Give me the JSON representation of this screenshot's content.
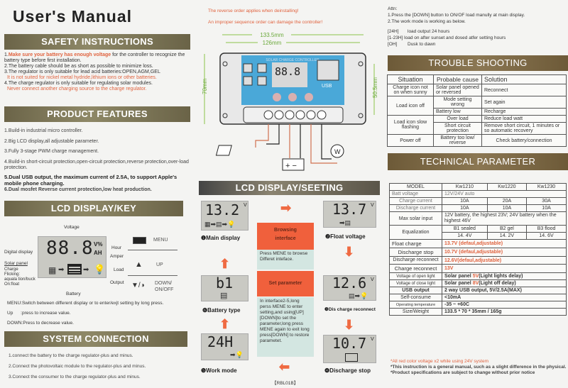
{
  "title": "User's Manual",
  "safety": {
    "header": "SAFETY INSTRUCTIONS",
    "items": [
      {
        "num": "1.",
        "red": "Make sure your battery has enough voltage",
        "text": " for the controller to recognize the battery type before first installation."
      },
      {
        "num": "2.",
        "red": "",
        "text": "The battery cable should be as short as possible to minimize loss."
      },
      {
        "num": "3.",
        "red": "",
        "text": "The regulator is only suitable for lead acid batteries:OPEN,AGM,GEL",
        "note": "It is not suited for nickel metal hydride,lithium ions or other batteries."
      },
      {
        "num": "4.",
        "red": "",
        "text": "The charge regulator is only suitable for regulating solar modules.",
        "note": "Never connect another charging source to the charge regulator."
      }
    ]
  },
  "features": {
    "header": "PRODUCT FEATURES",
    "items": [
      "1.Build-in industrial micro controller.",
      "2.Big LCD display,all adjustable parameter.",
      "3.Fully 3-stage PWM charge management.",
      "4.Build-in short-circuit protection,open-circuit protection,reverse protection,over-load protection.",
      "5.Dual USB output, the maximum current of 2.5A, to support Apple's mobile phone charging.",
      "6.Dual mosfet Reverse current protection,low heat production."
    ]
  },
  "lcd_key": {
    "header": "LCD DISPLAY/KEY",
    "digits": "88.8",
    "units1": "V%",
    "units2": "AH",
    "labels": {
      "voltage": "Voltage",
      "digital": "Digital display",
      "solar": "Solar panel",
      "charge": "Charge",
      "flicking": "Flicking:",
      "equalization": "aquala tion/buck",
      "onfloat": "On:float",
      "battery": "Battery",
      "hour": "Hour",
      "amper": "Amper",
      "load": "Load",
      "output": "Output"
    },
    "keys": [
      "MENU",
      "UP",
      "DOWN/\nON/OFF"
    ],
    "desc": [
      "MENU:Switch between different display or to enter/exjt setting by long press.",
      "Up      :press to increase value.",
      "DOWN:Press to decrease value."
    ]
  },
  "system": {
    "header": "SYSTEM CONNECTION",
    "items": [
      "1.connect the battery to the charge regulator-plus and minus.",
      "2.Connect the photovoltaic module to the regulator-plus and minus.",
      "3.Connect the consumer to the charge regulator-plus and minus."
    ]
  },
  "install": {
    "warn1": "The reverse order applies when deinstalling!",
    "warn2": "An improper sequence order can damage the controller!",
    "dim_outer": "133.5mm",
    "dim_inner": "126mm",
    "dim_height": "70mm",
    "dim_hole": "50.5mm",
    "panel_title": "SOLAR CHARGE CONTROLLER",
    "digits": "88.8",
    "usb": "USB"
  },
  "lcd_setting": {
    "header": "LCD DISPLAY/SEETING",
    "screens": [
      {
        "num": "1",
        "digits": "13.2",
        "unit": "V",
        "label": "Main display"
      },
      {
        "num": "2",
        "digits": "13.7",
        "unit": "V",
        "label": "Float voltage"
      },
      {
        "num": "3",
        "digits": "12.6",
        "unit": "V",
        "label": "Dis charge reconnect"
      },
      {
        "num": "4",
        "digits": "10.7",
        "unit": "V",
        "label": "Discharge stop"
      },
      {
        "num": "5",
        "digits": "24H",
        "unit": "",
        "label": "Work mode"
      },
      {
        "num": "6",
        "digits": "b1",
        "unit": "",
        "label": "Battery type"
      }
    ],
    "browsing": "Browsing interface",
    "browsing_desc": "Press MENE to browse Differet inteface.",
    "set": "Set parameter",
    "set_desc": "In interface2-5,long perss MENE to enter setting,and using[UP] [DOWN]to set the parameter,long press MENE again to exit long press[DOWN] to restore parametet.",
    "model": "【RBL01B】"
  },
  "attn": {
    "title": "Attn:",
    "lines": [
      "1.Press the [DOWN] button to ON/OF load manully at main display.",
      "2.The work mode is working as below."
    ],
    "modes": [
      {
        "k": "[24H]",
        "v": "load output 24 hours"
      },
      {
        "k": "[1-23H]",
        "v": "load on after sunset and dosed atfer setting hours"
      },
      {
        "k": "[OH]",
        "v": "Dusk to dawn"
      }
    ]
  },
  "trouble": {
    "header": "TROUBLE SHOOTING",
    "cols": [
      "Situation",
      "Probable cause",
      "Solution"
    ],
    "rows": [
      [
        "Charge icon not on when sunny",
        "Solar panel opened or reversed",
        "Reconnect"
      ],
      [
        "Load icon off",
        "Mode setting wrong",
        "Set again"
      ],
      [
        "",
        "Battery low",
        "Recharge"
      ],
      [
        "Load icon slow flashing",
        "Over load",
        "Reduce load watt"
      ],
      [
        "",
        "Short circuit protection",
        "Remove short circuit, 1 minutes or so automatic recovery"
      ],
      [
        "Power off",
        "Battery too low/ reverse",
        "Check battery/connection"
      ]
    ]
  },
  "tech": {
    "header": "TECHNICAL PARAMETER",
    "models": [
      "MODEL",
      "Kw1210",
      "Kw1220",
      "Kw1230"
    ],
    "batt_voltage": [
      "Batt voltage",
      "12V/24V  auto"
    ],
    "charge_current": [
      "Charge current",
      "10A",
      "20A",
      "30A"
    ],
    "discharge_current": [
      "Discharge current",
      "10A",
      "10A",
      "10A"
    ],
    "max_solar": [
      "Max solar input",
      "12V battery, the highest 23V; 24V battery when the highest 46V"
    ],
    "equalization": [
      "Equalization",
      "B1 sealed",
      "B2 gel",
      "B3 flood",
      "14. 4V",
      "14. 2V",
      "14. 6V"
    ],
    "float": [
      "Float charge",
      "13.7V  (defaul,adjustable)"
    ],
    "dstop": [
      "Discharge stop",
      "10.7V  (defaul,adjustable)"
    ],
    "drecon": [
      "Discharge reconnect",
      "12.6V(defaul,adjustable)"
    ],
    "crecon": [
      "Charge reconnect",
      "13V"
    ],
    "open_light": [
      "Voltage of open light",
      "Solar panel ",
      "5V",
      "(Light lights delay)"
    ],
    "close_light": [
      "Voltage of close light",
      "Solar panel ",
      "8V",
      "(Light off delay)"
    ],
    "usb": [
      "USB output",
      "2 way USB output,  5V/2.5A(MAX)"
    ],
    "self": [
      "Self-consume",
      "<10mA"
    ],
    "temp": [
      "Operating temperature",
      "-35 ~ +60C"
    ],
    "size": [
      "Size/Weight",
      "133.5 * 70 * 35mm  /  165g"
    ],
    "notes": [
      "*All red color voltage x2 while using 24V system",
      "*This instruction is a general manual, such as a slight difference in the physical.",
      "*Product specifications are subject to change without prior notice"
    ]
  },
  "colors": {
    "red": "#e0623e",
    "header": "#7a7458",
    "lcd": "#c9c9c3",
    "panel_blue": "#4aa8d8",
    "orange": "#ef6a42",
    "teal": "#d3e6e1"
  }
}
